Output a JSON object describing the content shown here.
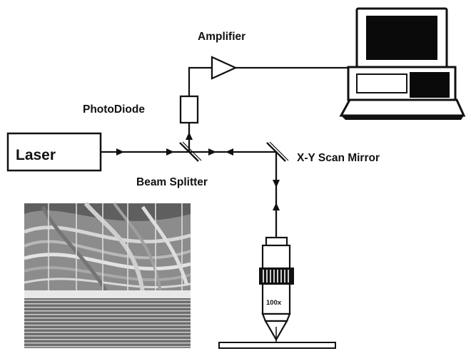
{
  "labels": {
    "laser": "Laser",
    "amplifier": "Amplifier",
    "photodiode": "PhotoDiode",
    "beam_splitter": "Beam Splitter",
    "scan_mirror": "X-Y Scan Mirror",
    "objective_mag": "100x"
  },
  "colors": {
    "line": "#111111",
    "background": "#ffffff",
    "screen": "#0a0a0a"
  },
  "inset_image": {
    "description_icon": "sample-scan-image",
    "tone": "grayscale"
  }
}
